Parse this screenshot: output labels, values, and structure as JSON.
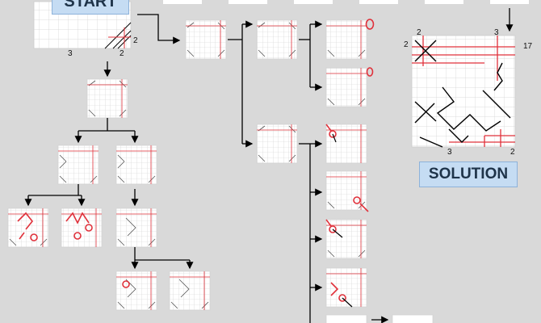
{
  "labels": {
    "start": "START",
    "solution": "SOLUTION"
  },
  "start_numbers": {
    "top_right": "2",
    "bottom_left": "3",
    "bottom_right": "2"
  },
  "solution_numbers": {
    "top_left_a": "2",
    "top_left_b": "2",
    "top_mid": "3",
    "top_right": "17",
    "bottom_mid": "3",
    "bottom_right": "2"
  },
  "colors": {
    "background": "#d9d9d9",
    "grid": "#c8c8c8",
    "red": "#e0303a",
    "label_fill": "#c5dcf3",
    "label_border": "#8db2da"
  }
}
